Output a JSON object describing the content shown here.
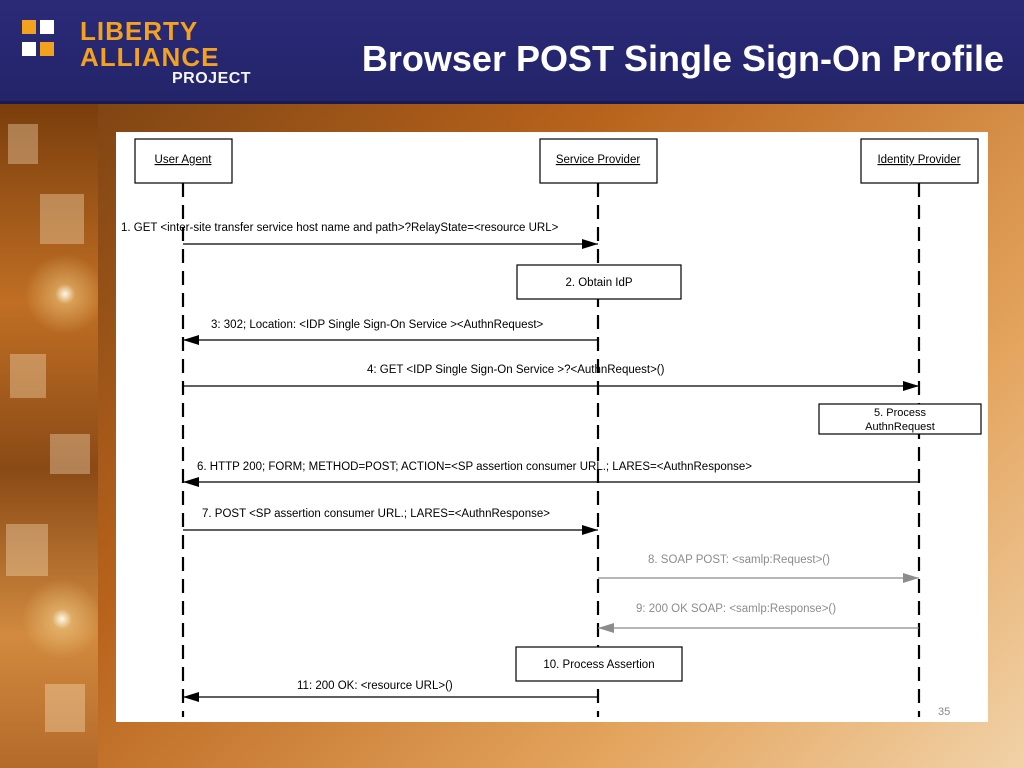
{
  "slide": {
    "title": "Browser POST Single Sign-On Profile",
    "logo": {
      "line1": "LIBERTY",
      "line2": "ALLIANCE",
      "line3": "PROJECT"
    },
    "page_number": "35"
  },
  "diagram": {
    "actors": [
      {
        "name": "User Agent"
      },
      {
        "name": "Service Provider"
      },
      {
        "name": "Identity Provider"
      }
    ],
    "steps": {
      "s1": "1. GET <inter-site transfer service host name and path>?RelayState=<resource URL>",
      "s2": "2. Obtain IdP",
      "s3": "3: 302; Location: <IDP Single Sign-On Service ><AuthnRequest>",
      "s4": "4: GET <IDP Single Sign-On Service >?<AuthnRequest>()",
      "s5a": "5. Process",
      "s5b": "AuthnRequest",
      "s6": "6. HTTP 200; FORM; METHOD=POST; ACTION=<SP assertion consumer URL.; LARES=<AuthnResponse>",
      "s7": "7. POST <SP assertion consumer URL.; LARES=<AuthnResponse>",
      "s8": "8. SOAP POST: <samlp:Request>()",
      "s9": "9: 200 OK SOAP: <samlp:Response>()",
      "s10": "10. Process Assertion",
      "s11": "11: 200 OK: <resource URL>()"
    },
    "colors": {
      "primary": "#000000",
      "optional": "#8c8c8c"
    }
  }
}
